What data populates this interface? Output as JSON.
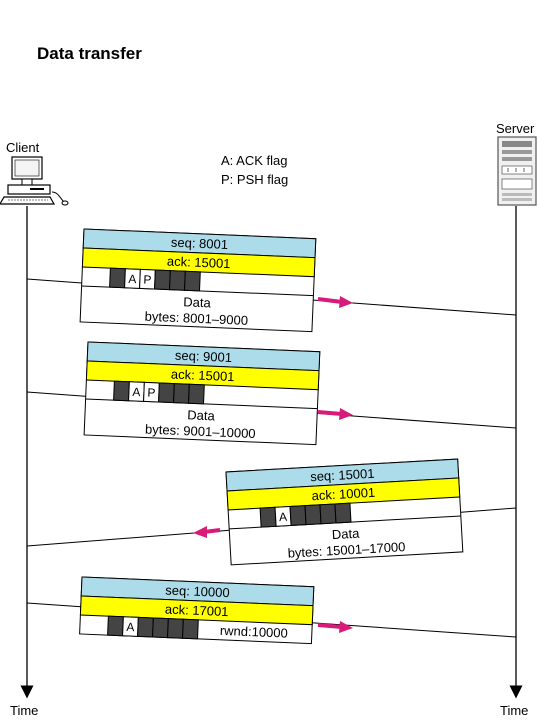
{
  "title": "Data transfer",
  "client_label": "Client",
  "server_label": "Server",
  "time_label": "Time",
  "legend": [
    "A: ACK flag",
    "P: PSH flag"
  ],
  "colors": {
    "seq_band": "#acdcea",
    "ack_band": "#ffff00",
    "flag_dark": "#444444",
    "arrow": "#d81b7a"
  },
  "segments": [
    {
      "seq": "seq: 8001",
      "ack": "ack: 15001",
      "flags": [
        "",
        "A",
        "P",
        "",
        "",
        ""
      ],
      "data": [
        "Data",
        "bytes: 8001–9000"
      ],
      "rwnd": "",
      "direction": "client-to-server"
    },
    {
      "seq": "seq: 9001",
      "ack": "ack: 15001",
      "flags": [
        "",
        "A",
        "P",
        "",
        "",
        ""
      ],
      "data": [
        "Data",
        "bytes: 9001–10000"
      ],
      "rwnd": "",
      "direction": "client-to-server"
    },
    {
      "seq": "seq: 15001",
      "ack": "ack: 10001",
      "flags": [
        "",
        "A",
        "",
        "",
        "",
        ""
      ],
      "data": [
        "Data",
        "bytes: 15001–17000"
      ],
      "rwnd": "",
      "direction": "server-to-client"
    },
    {
      "seq": "seq: 10000",
      "ack": "ack: 17001",
      "flags": [
        "",
        "A",
        "",
        "",
        "",
        ""
      ],
      "data": [],
      "rwnd": "rwnd:10000",
      "direction": "client-to-server"
    }
  ]
}
